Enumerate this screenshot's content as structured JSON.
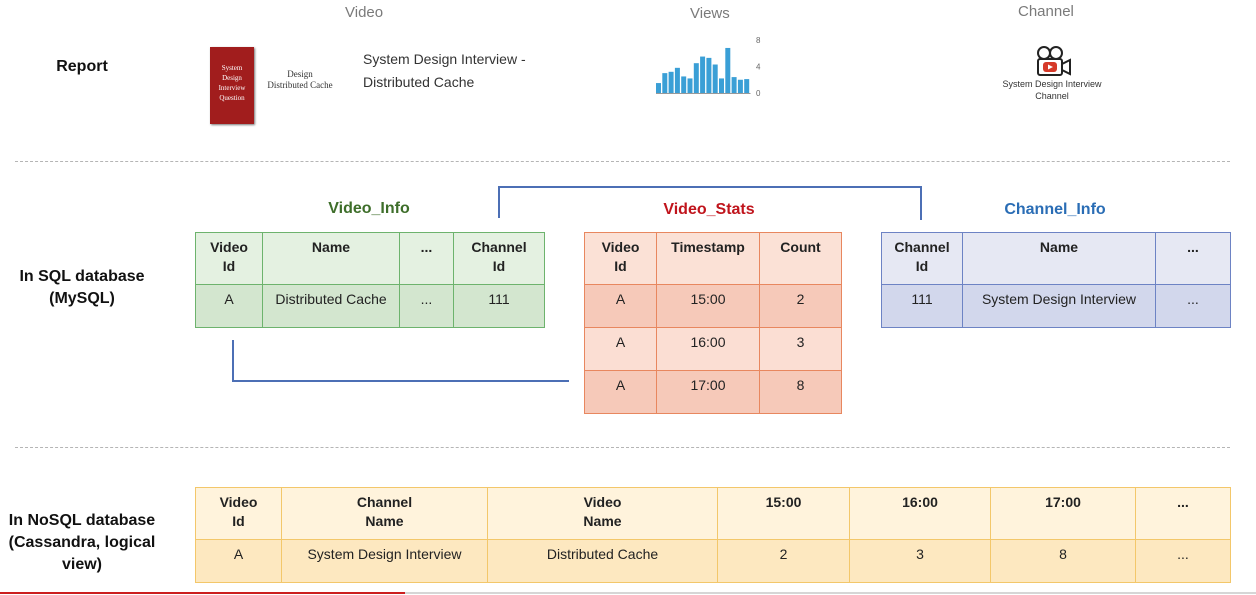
{
  "report": {
    "label": "Report",
    "video_header": "Video",
    "views_header": "Views",
    "channel_header": "Channel",
    "book_text": [
      "System",
      "Design",
      "Interview",
      "Question"
    ],
    "thumb_text": [
      "Design",
      "Distributed Cache"
    ],
    "video_title": [
      "System Design Interview -",
      "Distributed Cache"
    ],
    "views_chart_data": {
      "type": "bar",
      "yticks": [
        "8",
        "4",
        "0"
      ],
      "values": [
        1.5,
        3,
        3.2,
        3.8,
        2.5,
        2.2,
        4.5,
        5.5,
        5.3,
        4.3,
        2.2,
        6.8,
        2.4,
        2,
        2.1
      ]
    },
    "channel_name": [
      "System Design Interview",
      "Channel"
    ],
    "colors": {
      "book": "#a11d1d",
      "chart": "#3a9fd6",
      "channel_icon": "#d63a2a"
    }
  },
  "sql": {
    "label": [
      "In SQL database",
      "(MySQL)"
    ],
    "video_info": {
      "title": "Video_Info",
      "headers": [
        [
          "Video",
          "Id"
        ],
        [
          "Name"
        ],
        [
          "..."
        ],
        [
          "Channel",
          "Id"
        ]
      ],
      "rows": [
        [
          "A",
          "Distributed Cache",
          "...",
          "111"
        ]
      ]
    },
    "video_stats": {
      "title": "Video_Stats",
      "headers": [
        [
          "Video",
          "Id"
        ],
        [
          "Timestamp"
        ],
        [
          "Count"
        ]
      ],
      "rows": [
        [
          "A",
          "15:00",
          "2"
        ],
        [
          "A",
          "16:00",
          "3"
        ],
        [
          "A",
          "17:00",
          "8"
        ]
      ]
    },
    "channel_info": {
      "title": "Channel_Info",
      "headers": [
        [
          "Channel",
          "Id"
        ],
        [
          "Name"
        ],
        [
          "..."
        ]
      ],
      "rows": [
        [
          "111",
          "System Design Interview",
          "..."
        ]
      ]
    },
    "title_colors": {
      "video_info": "#3e6e2a",
      "video_stats": "#c0141c",
      "channel_info": "#2a6db5"
    }
  },
  "nosql": {
    "label": [
      "In NoSQL database",
      "(Cassandra, logical",
      "view)"
    ],
    "headers": [
      [
        "Video",
        "Id"
      ],
      [
        "Channel",
        "Name"
      ],
      [
        "Video",
        "Name"
      ],
      [
        "15:00"
      ],
      [
        "16:00"
      ],
      [
        "17:00"
      ],
      [
        "..."
      ]
    ],
    "rows": [
      [
        "A",
        "System Design Interview",
        "Distributed Cache",
        "2",
        "3",
        "8",
        "..."
      ]
    ]
  }
}
